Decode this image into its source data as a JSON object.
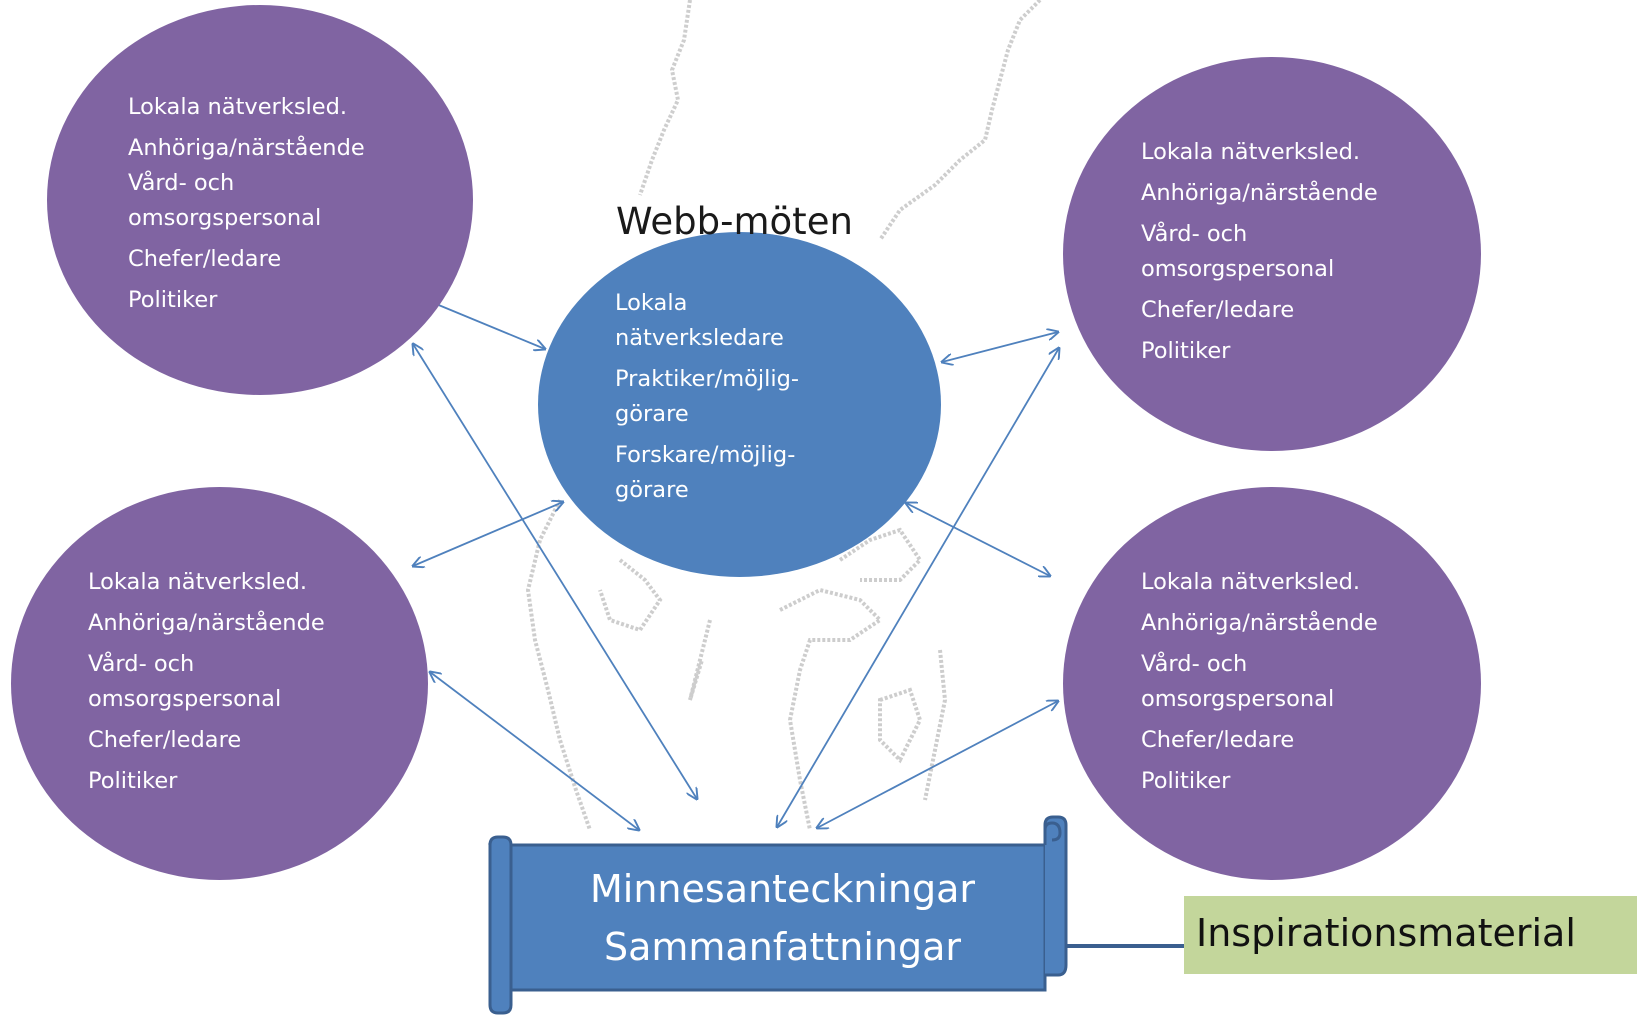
{
  "hub": {
    "title": "Webb-möten",
    "items": [
      "Lokala nätverksledare",
      "Praktiker/möjlig-görare",
      "Forskare/möjlig-görare"
    ],
    "color": "#4f81bd"
  },
  "groups": [
    {
      "items": [
        "Lokala nätverksled.",
        "Anhöriga/närstående",
        "Vård- och omsorgspersonal",
        "Chefer/ledare",
        "Politiker"
      ]
    },
    {
      "items": [
        "Lokala nätverksled.",
        "Anhöriga/närstående",
        "Vård- och omsorgspersonal",
        "Chefer/ledare",
        "Politiker"
      ]
    },
    {
      "items": [
        "Lokala nätverksled.",
        "Anhöriga/närstående",
        "Vård- och omsorgspersonal",
        "Chefer/ledare",
        "Politiker"
      ]
    },
    {
      "items": [
        "Lokala nätverksled.",
        "Anhöriga/närstående",
        "Vård- och omsorgspersonal",
        "Chefer/ledare",
        "Politiker"
      ]
    }
  ],
  "group_color": "#8064a2",
  "scroll": {
    "lines": [
      "Minnesanteckningar",
      "Sammanfattningar"
    ],
    "color": "#4f81bd"
  },
  "output": {
    "label": "Inspirationsmaterial",
    "color": "#c3d69b"
  },
  "arrow_color": "#4f81bd"
}
